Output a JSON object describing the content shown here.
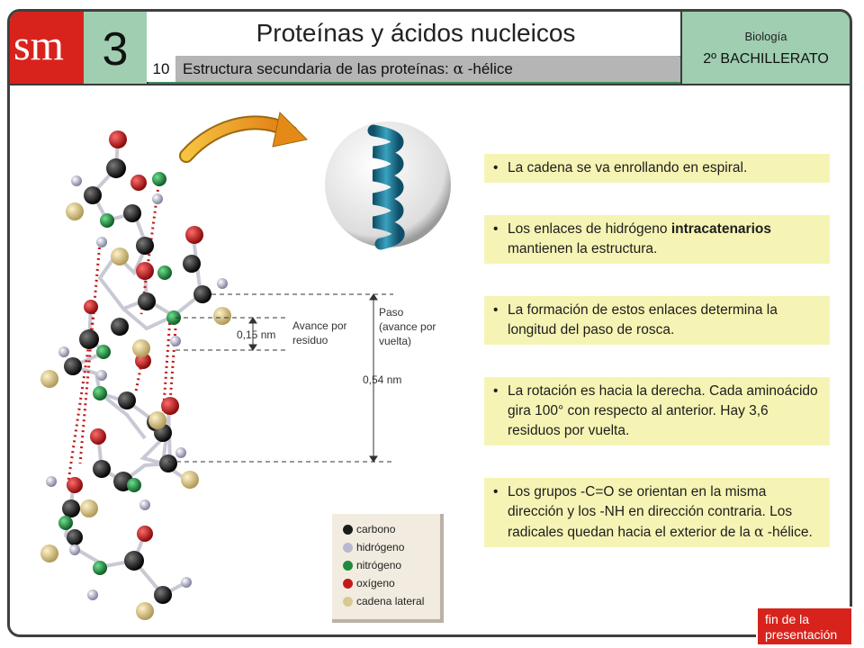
{
  "header": {
    "logo": "sm",
    "chapter_number": "3",
    "title": "Proteínas y ácidos nucleicos",
    "slide_number": "10",
    "subtitle_prefix": "Estructura secundaria de las proteínas:",
    "subtitle_symbol": "α",
    "subtitle_suffix": "-hélice",
    "subject": "Biología",
    "course": "2º BACHILLERATO"
  },
  "diagram": {
    "advance_value": "0,15 nm",
    "advance_label_line1": "Avance por",
    "advance_label_line2": "residuo",
    "pitch_value": "0,54 nm",
    "pitch_label_line1": "Paso",
    "pitch_label_line2": "(avance por",
    "pitch_label_line3": "vuelta)"
  },
  "legend": {
    "items": [
      {
        "label": "carbono",
        "color": "#1a1a1a"
      },
      {
        "label": "hidrógeno",
        "color": "#b8b8cf"
      },
      {
        "label": "nitrógeno",
        "color": "#1f8a3c"
      },
      {
        "label": "oxígeno",
        "color": "#c21a1a"
      },
      {
        "label": "cadena lateral",
        "color": "#d8c990"
      }
    ]
  },
  "callouts": [
    {
      "text": "La cadena se va enrollando en espiral."
    },
    {
      "text_before": "Los enlaces de hidrógeno ",
      "text_bold": "intracatenarios",
      "text_after": " mantienen la estructura."
    },
    {
      "text": "La formación de estos enlaces determina la longitud del paso de rosca."
    },
    {
      "text": "La rotación es hacia la derecha. Cada aminoácido gira 100° con respecto al anterior. Hay 3,6 residuos por vuelta."
    },
    {
      "text_before": "Los grupos -C=O se orientan en la misma dirección y los -NH en dirección contraria. Los radicales quedan hacia el exterior de la ",
      "symbol": "α",
      "text_after": " -hélice."
    }
  ],
  "bullet": "•",
  "fin_button": {
    "line1": "fin de la",
    "line2": "presentación"
  }
}
